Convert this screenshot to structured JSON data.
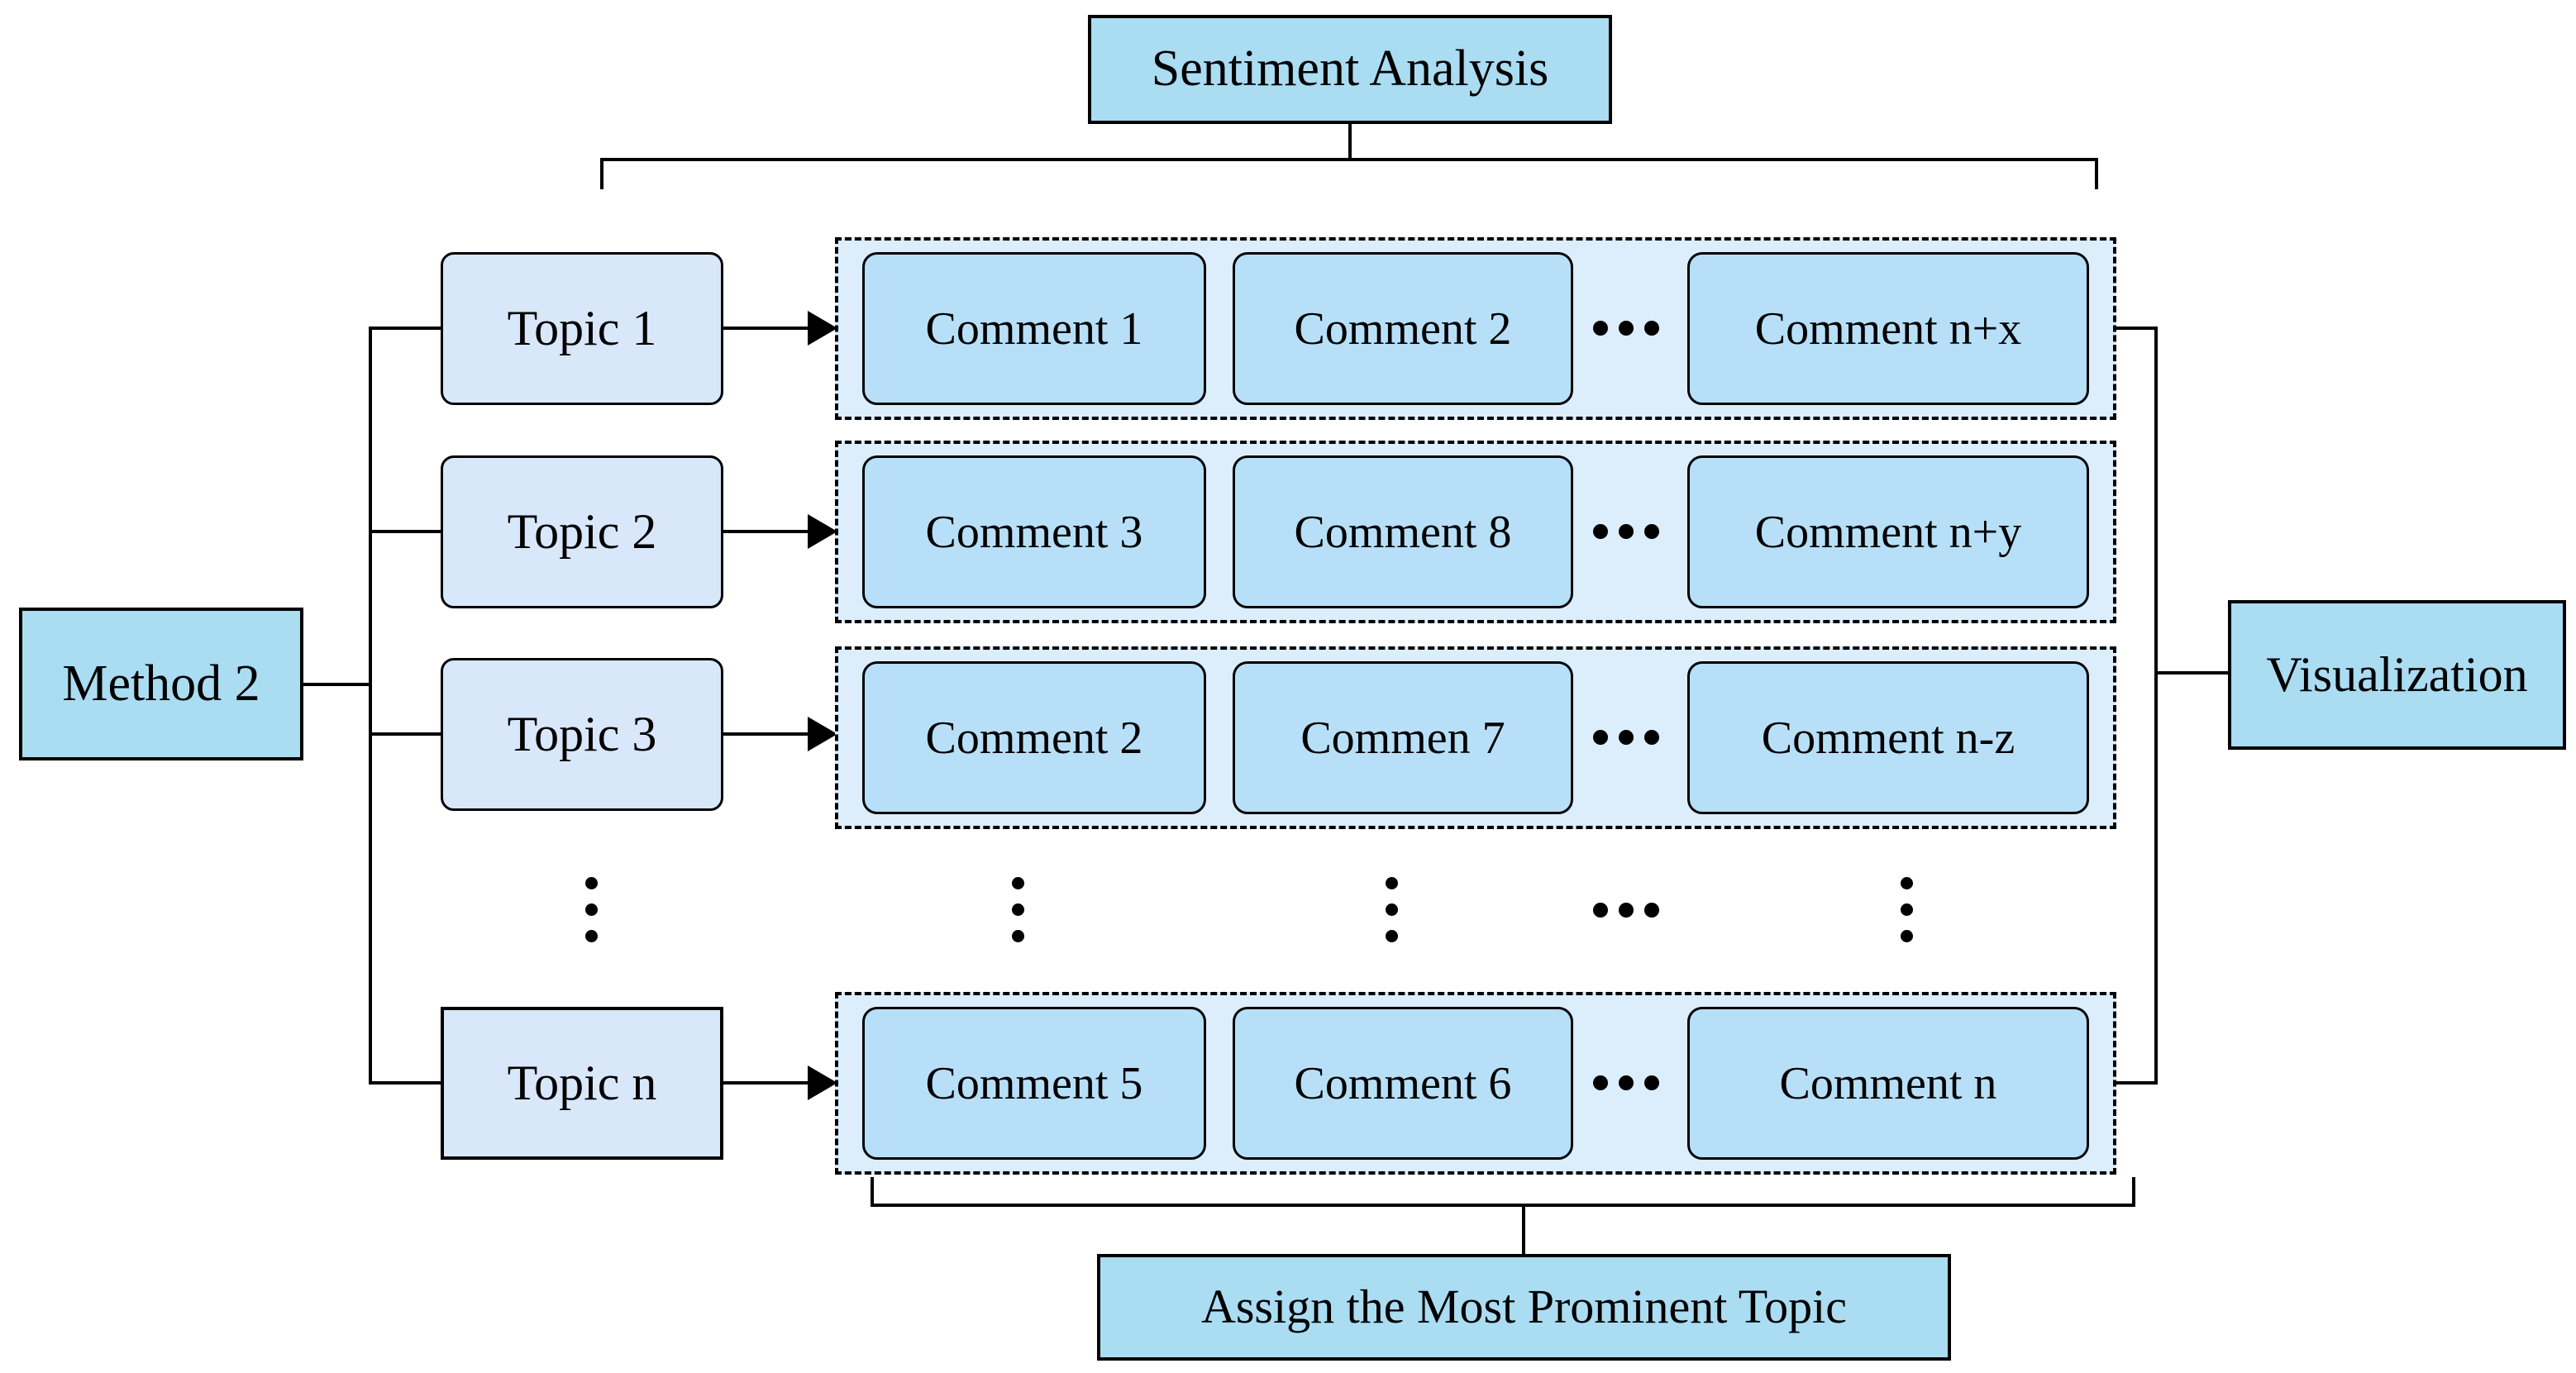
{
  "diagram": {
    "title_top": "Sentiment Analysis",
    "method_label": "Method 2",
    "visualization_label": "Visualization",
    "assign_label": "Assign the Most Prominent Topic",
    "rows": [
      {
        "topic": "Topic 1",
        "comments": [
          "Comment 1",
          "Comment 2",
          "Comment n+x"
        ]
      },
      {
        "topic": "Topic 2",
        "comments": [
          "Comment 3",
          "Comment 8",
          "Comment n+y"
        ]
      },
      {
        "topic": "Topic 3",
        "comments": [
          "Comment 2",
          "Commen 7",
          "Comment n-z"
        ]
      },
      {
        "topic": "Topic n",
        "comments": [
          "Comment 5",
          "Comment 6",
          "Comment n"
        ]
      }
    ],
    "icons": {
      "horizontal_ellipsis": "•••",
      "vertical_ellipsis": "⋮"
    },
    "colors": {
      "solid_box_fill": "#aadcf2",
      "topic_box_fill": "#d9e7fb",
      "row_container_fill": "#dcedfb",
      "comment_box_fill": "#b7e0f8",
      "line_and_text": "#000000",
      "background": "#ffffff"
    }
  }
}
